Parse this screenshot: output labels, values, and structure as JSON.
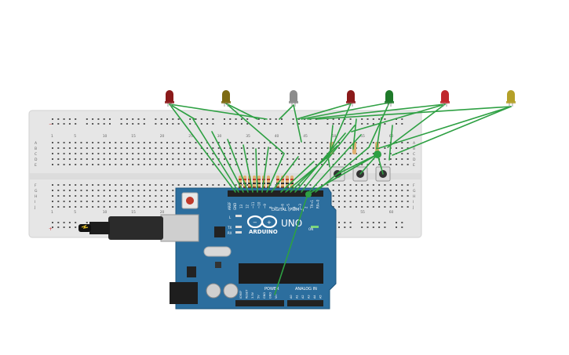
{
  "breadboard": {
    "column_labels": [
      "1",
      "5",
      "10",
      "15",
      "20",
      "25",
      "30",
      "35",
      "40",
      "45",
      "50",
      "55",
      "60"
    ],
    "row_labels_top": [
      "A",
      "B",
      "C",
      "D",
      "E"
    ],
    "row_labels_bottom": [
      "F",
      "G",
      "H",
      "I",
      "J"
    ],
    "rail_minus": "−",
    "rail_plus": "+"
  },
  "arduino": {
    "brand": "ARDUINO",
    "model": "UNO",
    "digital_label": "DIGITAL (PWM~)",
    "power_label": "POWER",
    "analog_label": "ANALOG IN",
    "aref": "AREF",
    "gnd": "GND",
    "l_label": "L",
    "tx_label": "TX",
    "rx_label": "RX",
    "on_label": "ON",
    "digital_pins": [
      "13",
      "12",
      "~11",
      "~10",
      "~9",
      "8",
      "7",
      "~6",
      "~5",
      "4",
      "~3",
      "2",
      "TX→1",
      "RX←0"
    ],
    "power_pins": [
      "IOREF",
      "RESET",
      "3.3V",
      "5V",
      "GND",
      "GND",
      "Vin"
    ],
    "analog_pins": [
      "A0",
      "A1",
      "A2",
      "A3",
      "A4",
      "A5"
    ]
  },
  "leds": [
    {
      "color": "#8b1a1a"
    },
    {
      "color": "#7d6a12"
    },
    {
      "color": "#8c8c8c"
    },
    {
      "color": "#8b1a1a"
    },
    {
      "color": "#1f7a2a"
    },
    {
      "color": "#c0282d"
    },
    {
      "color": "#b4a028"
    }
  ],
  "colors": {
    "wire": "#2ea043",
    "board": "#2c6e9e",
    "breadboard": "#e6e6e6",
    "rail_red": "#d23c3c"
  }
}
